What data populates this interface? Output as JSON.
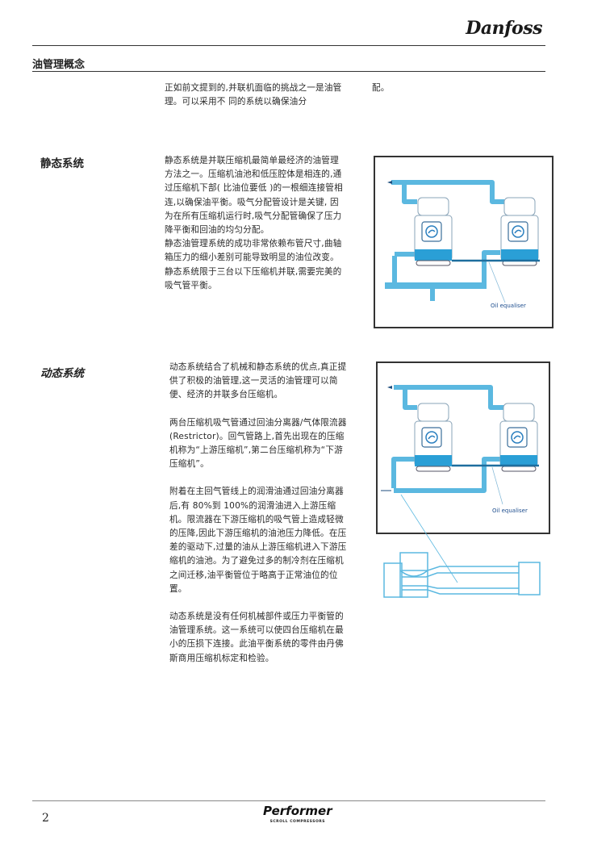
{
  "header": {
    "brand": "Danfoss"
  },
  "section_title": "油管理概念",
  "intro": {
    "text": "正如前文提到的,并联机面临的挑战之一是油管理。可以采用不 同的系统以确保油分",
    "continuation": "配。"
  },
  "static_system": {
    "heading": "静态系统",
    "paragraphs": [
      "静态系统是并联压缩机最简单最经济的油管理方法之一。压缩机油池和低压腔体是相连的,通过压缩机下部( 比油位要低 )的一根细连接管相连,以确保油平衡。吸气分配管设计是关键, 因为在所有压缩机运行时,吸气分配管确保了压力降平衡和回油的均匀分配。",
      "静态油管理系统的成功非常依赖布管尺寸,曲轴箱压力的细小差别可能导致明显的油位改变。",
      "静态系统限于三台以下压缩机并联,需要完美的吸气管平衡。"
    ],
    "diagram_label": "Oil equaliser"
  },
  "dynamic_system": {
    "heading": "动态系统",
    "paragraphs": [
      "动态系统结合了机械和静态系统的优点,真正提供了积极的油管理,这一灵活的油管理可以简便、经济的并联多台压缩机。",
      "两台压缩机吸气管通过回油分离器/气体限流器(Restrictor)。回气管路上,首先出现在的压缩机称为“上游压缩机”,第二台压缩机称为“下游压缩机”。",
      "附着在主回气管线上的润滑油通过回油分离器后,有 80%到 100%的润滑油进入上游压缩机。限流器在下游压缩机的吸气管上造成轻微的压降,因此下游压缩机的油池压力降低。在压差的驱动下,过量的油从上游压缩机进入下游压缩机的油池。为了避免过多的制冷剂在压缩机之间迁移,油平衡管位于略高于正常油位的位置。",
      "动态系统是没有任何机械部件或压力平衡管的油管理系统。这一系统可以使四台压缩机在最小的压损下连接。此油平衡系统的零件由丹佛斯商用压缩机标定和检验。"
    ],
    "diagram_label": "Oil equaliser"
  },
  "footer": {
    "page_number": "2",
    "brand": "Performer",
    "brand_sub": "SCROLL COMPRESSORS"
  },
  "colors": {
    "pipe": "#5bb8e0",
    "oil": "#2a9fd6",
    "line": "#1e6e9e"
  }
}
